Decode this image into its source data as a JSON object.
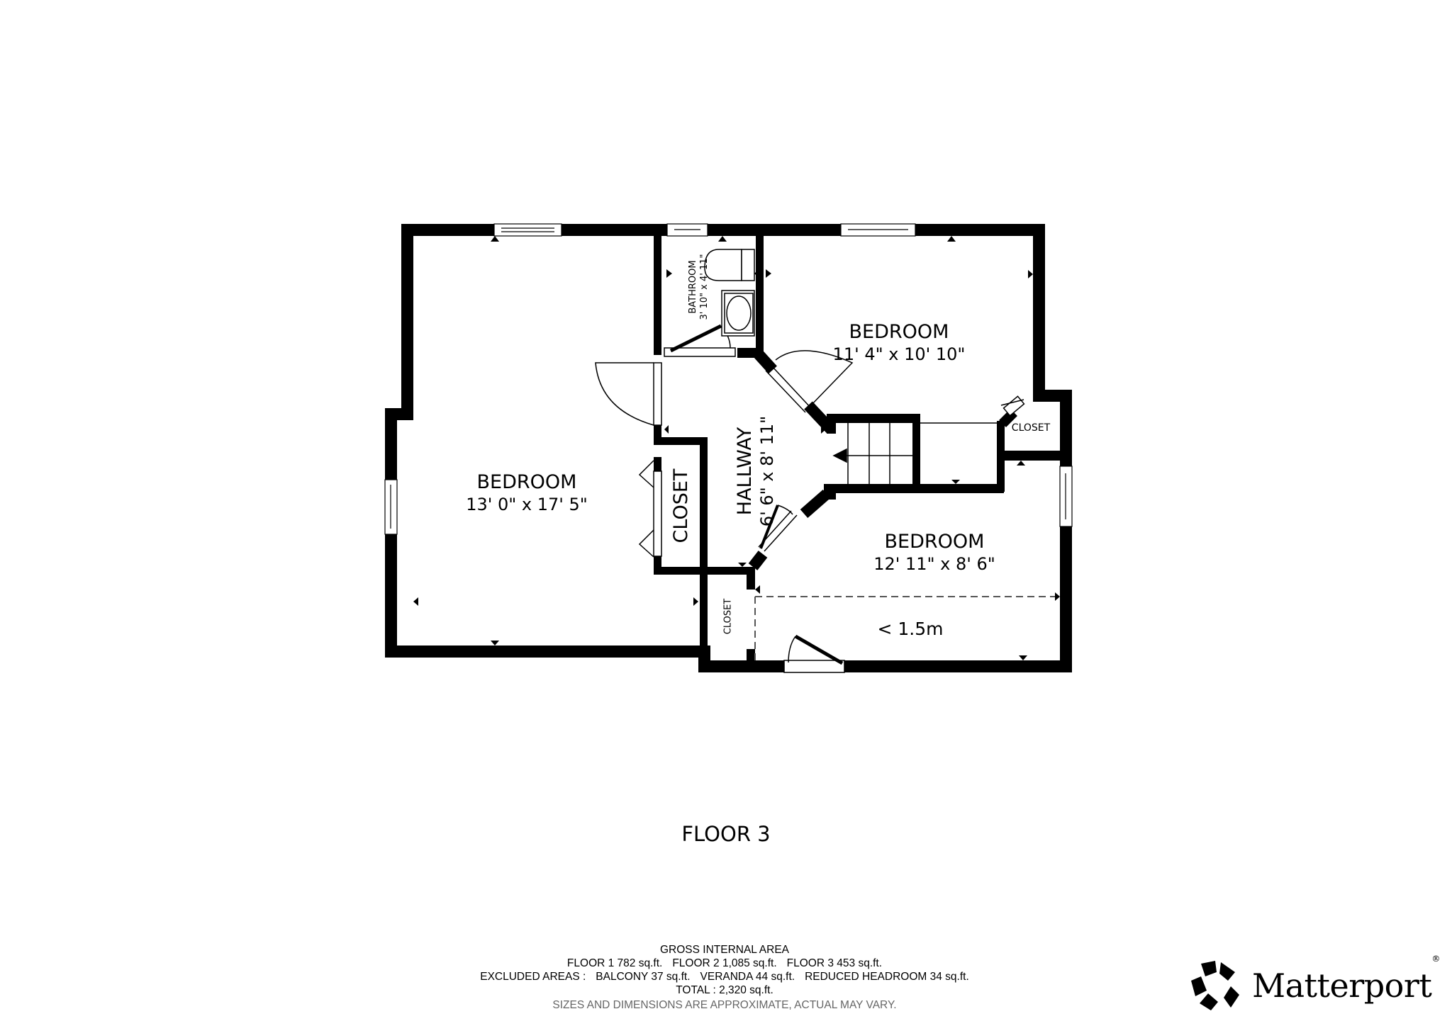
{
  "floor_plan": {
    "floor_label": "FLOOR 3",
    "rooms": [
      {
        "id": "bedroom-west",
        "name": "BEDROOM",
        "dimensions": "13' 0\" x 17' 5\""
      },
      {
        "id": "bathroom",
        "name": "BATHROOM",
        "dimensions": "3' 10\" x 4' 11\""
      },
      {
        "id": "bedroom-northeast",
        "name": "BEDROOM",
        "dimensions": "11' 4\" x 10' 10\""
      },
      {
        "id": "hallway",
        "name": "HALLWAY",
        "dimensions": "6' 6\" x 8' 11\""
      },
      {
        "id": "closet-hall",
        "name": "CLOSET"
      },
      {
        "id": "closet-east",
        "name": "CLOSET"
      },
      {
        "id": "bedroom-southeast",
        "name": "BEDROOM",
        "dimensions": "12' 11\" x 8' 6\""
      },
      {
        "id": "closet-south",
        "name": "CLOSET"
      }
    ],
    "reduced_headroom_label": "< 1.5m"
  },
  "summary": {
    "title": "GROSS INTERNAL AREA",
    "floors": [
      "FLOOR 1 782 sq.ft.",
      "FLOOR 2 1,085 sq.ft.",
      "FLOOR 3 453 sq.ft."
    ],
    "excluded_label": "EXCLUDED AREAS :",
    "excluded": [
      "BALCONY 37 sq.ft.",
      "VERANDA 44 sq.ft.",
      "REDUCED HEADROOM 34 sq.ft."
    ],
    "total": "TOTAL :  2,320 sq.ft.",
    "disclaimer": "SIZES AND DIMENSIONS ARE APPROXIMATE, ACTUAL MAY VARY."
  },
  "brand": {
    "name": "Matterport",
    "registered": "®",
    "icon": "matterport-logo-icon"
  },
  "colors": {
    "wall": "#000000",
    "background": "#ffffff",
    "disclaimer_text": "#666666",
    "dashed_line": "#555555"
  }
}
